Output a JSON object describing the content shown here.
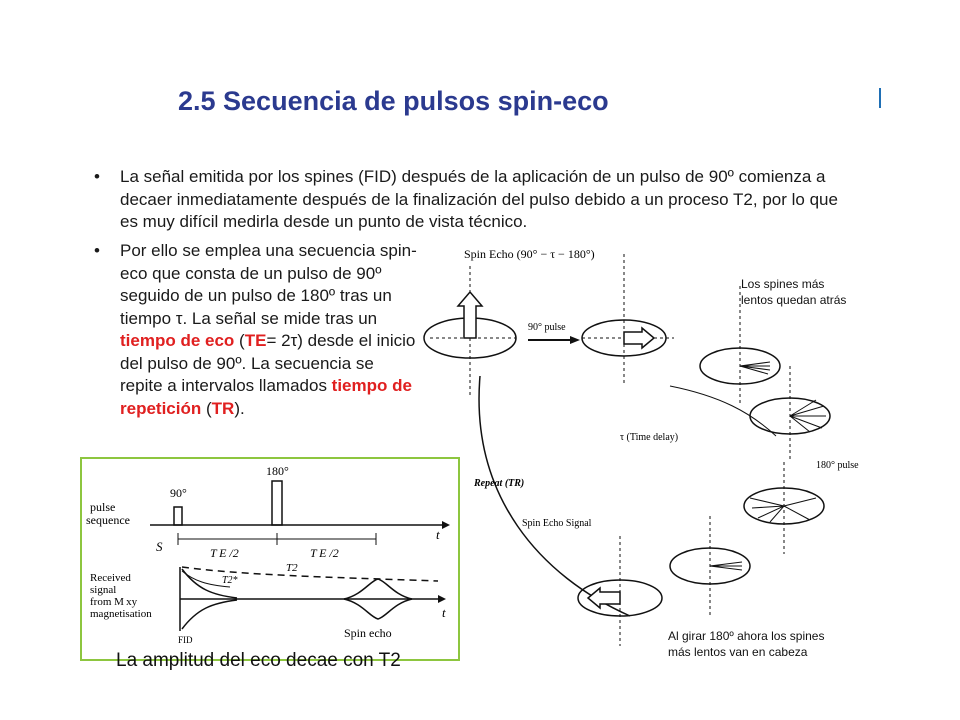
{
  "title": "2.5 Secuencia de pulsos spin-eco",
  "bullets": {
    "b1": "La señal emitida por los spines (FID) después de la aplicación de un pulso de 90º comienza a decaer inmediatamente después de la finalización del pulso debido a un proceso T2, por lo que es muy difícil medirla desde un punto de vista técnico.",
    "b2_part1": "Por ello se emplea una secuencia spin-eco que consta de un pulso de 90º seguido de un pulso de 180º tras un tiempo ",
    "b2_tau": "τ",
    "b2_part2": ". La señal se mide tras un ",
    "b2_red1": "tiempo de eco",
    "b2_part3": " (",
    "b2_red2": "TE",
    "b2_part4": "= 2",
    "b2_tau2": "τ",
    "b2_part5": ") desde el inicio del pulso de 90º. La secuencia se repite a intervalos llamados ",
    "b2_red3": "tiempo de repetición",
    "b2_part6": " (",
    "b2_red4": "TR",
    "b2_part7": ")."
  },
  "left_figure": {
    "label_90": "90°",
    "label_180": "180°",
    "pulse_sequence": [
      "pulse",
      "sequence"
    ],
    "te1": "T E /2",
    "te2": "T E /2",
    "t1": "t",
    "t2": "t",
    "s": "S",
    "t2_label": "T2",
    "t2star_label": "T2*",
    "received": [
      "Received",
      "signal",
      "from M xy",
      "magnetisation"
    ],
    "fid": "FID",
    "spin_echo": "Spin echo",
    "caption": "La amplitud del eco decae con T2"
  },
  "right_figure": {
    "header": "Spin Echo (90° − τ − 180°)",
    "pulse90": "90° pulse",
    "time_delay": "τ (Time delay)",
    "pulse180": "180° pulse",
    "repeat": "Repeat (TR)",
    "spin_echo_signal": "Spin Echo Signal",
    "note_top": [
      "Los spines más",
      "lentos quedan atrás"
    ],
    "note_bottom": [
      "Al girar 180º ahora los spines",
      "más lentos van en cabeza"
    ]
  }
}
